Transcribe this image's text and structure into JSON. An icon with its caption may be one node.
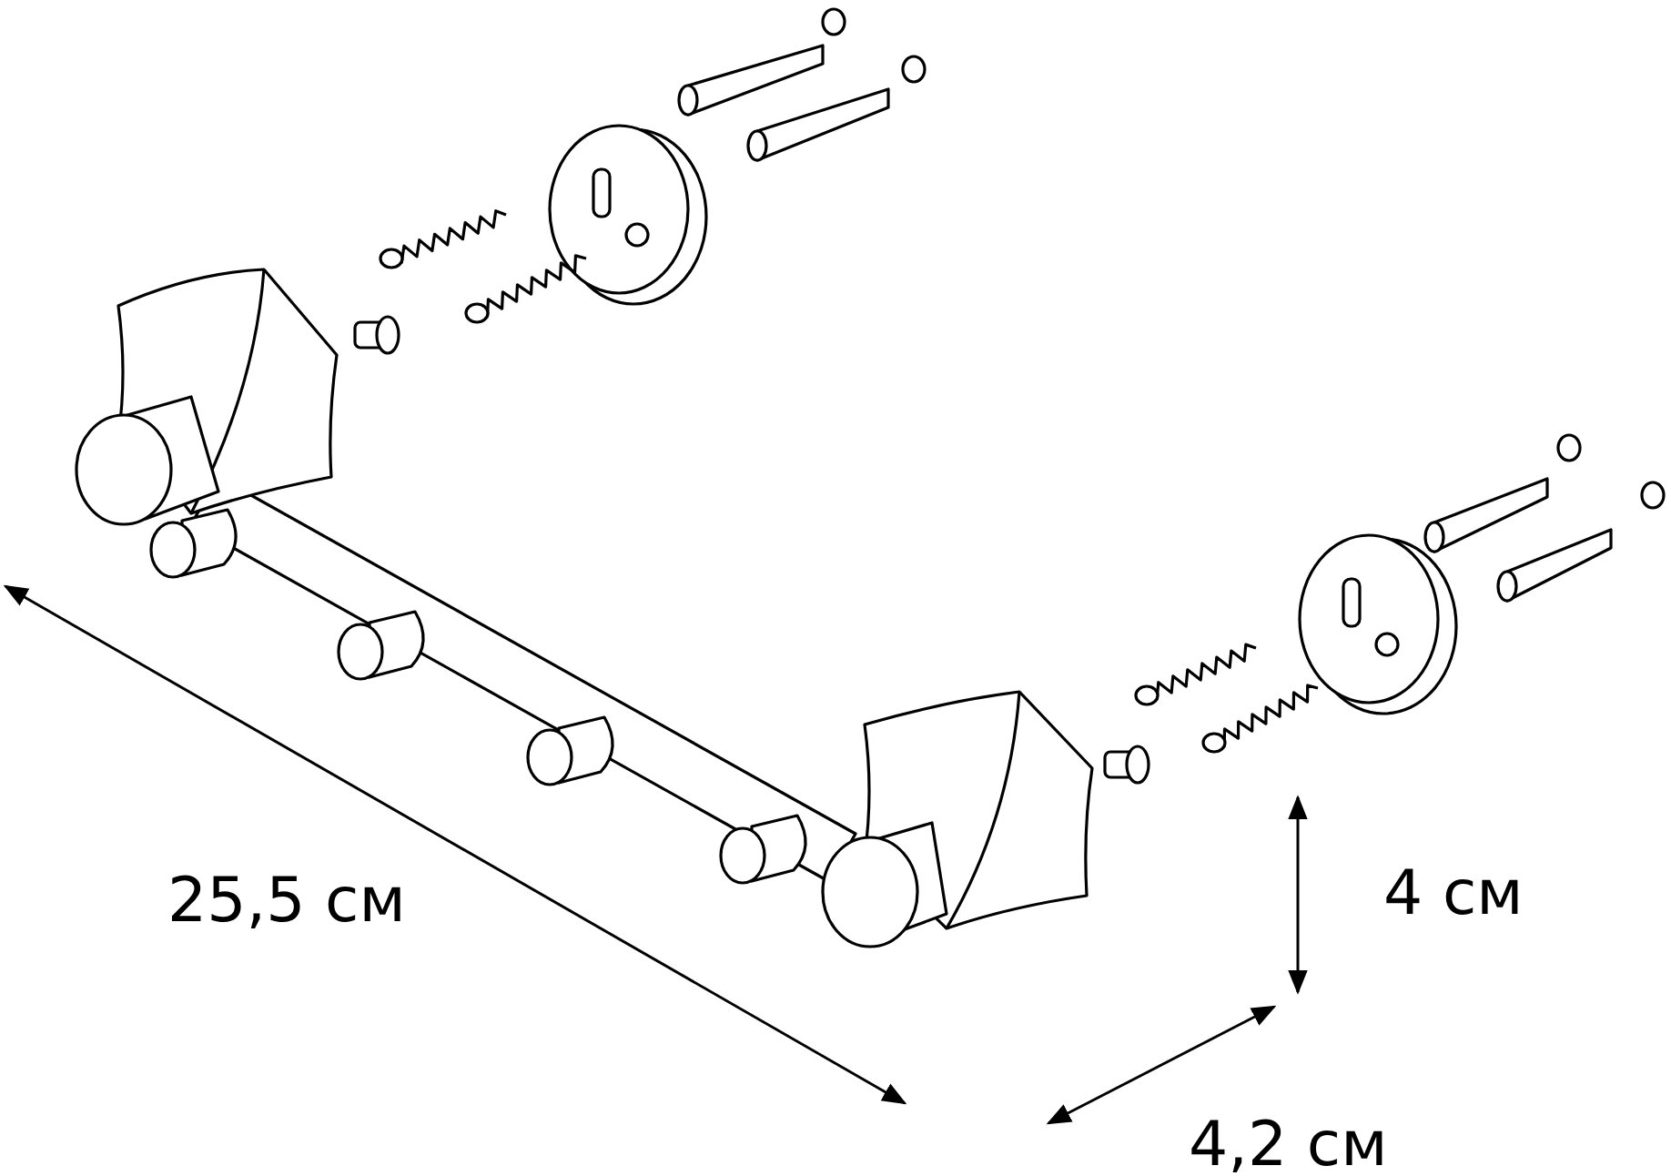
{
  "diagram": {
    "labels": [
      "25,5 см",
      "4 см",
      "4,2 см"
    ]
  }
}
